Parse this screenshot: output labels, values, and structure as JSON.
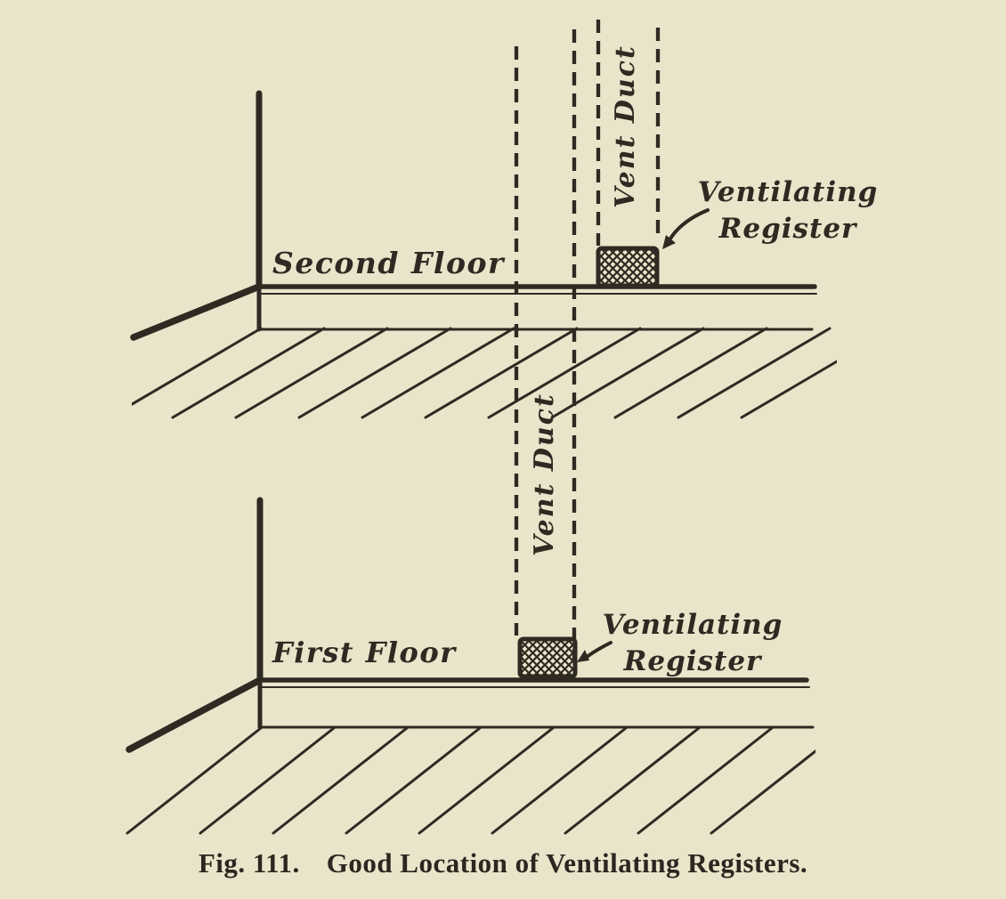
{
  "figure": {
    "colors": {
      "paper": "#e9e4ca",
      "ink": "#2e2a22"
    },
    "upper": {
      "floor_label": "Second Floor",
      "duct_label": "Vent Duct",
      "register_label": [
        "Ventilating",
        "Register"
      ]
    },
    "lower": {
      "floor_label": "First Floor",
      "duct_label": "Vent Duct",
      "register_label": [
        "Ventilating",
        "Register"
      ]
    },
    "caption": {
      "fig_label": "Fig. 111.",
      "title": "Good Location of Ventilating Registers."
    }
  }
}
